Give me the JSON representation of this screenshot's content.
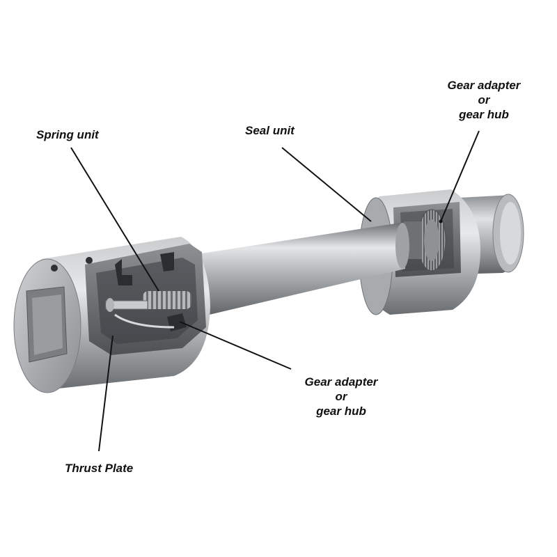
{
  "diagram": {
    "labels": {
      "spring_unit": "Spring unit",
      "seal_unit": "Seal unit",
      "gear_adapter_top": [
        "Gear adapter",
        "or",
        "gear hub"
      ],
      "gear_adapter_mid": [
        "Gear adapter",
        "or",
        "gear hub"
      ],
      "thrust_plate": "Thrust Plate"
    },
    "colors": {
      "steel_light": "#d9dbdd",
      "steel_mid": "#a7aaad",
      "steel_dark": "#5c5f62",
      "leader_line": "#111111",
      "background": "#ffffff"
    }
  }
}
